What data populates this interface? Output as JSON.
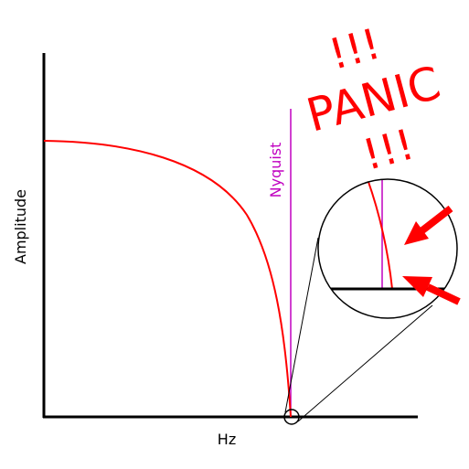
{
  "axes": {
    "x_label": "Hz",
    "y_label": "Amplitude"
  },
  "nyquist": {
    "label": "Nyquist"
  },
  "panic": {
    "top": "!!!",
    "middle": "PANIC",
    "bottom": "!!!"
  },
  "colors": {
    "curve": "#ff0000",
    "nyquist": "#c000c0",
    "panic": "#ff0000",
    "arrow": "#ff0000",
    "axis": "#000000"
  },
  "icons": {
    "arrows": [
      "arrow-icon",
      "arrow-icon"
    ]
  }
}
